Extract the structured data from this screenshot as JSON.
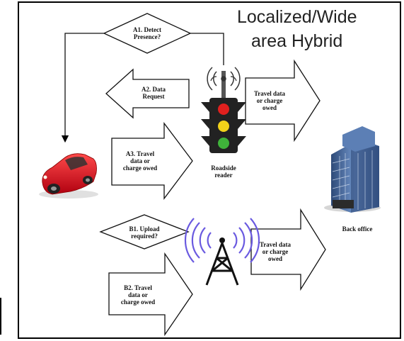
{
  "title": "Localized/Wide\narea Hybrid",
  "title_line1": "Localized/Wide",
  "title_line2": "area Hybrid",
  "labels": {
    "a1": "A1. Detect\nPresence?",
    "a2": "A2. Data\nRequest",
    "a3": "A3. Travel\ndata or\ncharge owed",
    "roadside": "Roadside\nreader",
    "travel_top": "Travel data\nor charge\nowed",
    "back_office": "Back office",
    "b1": "B1. Upload\nrequired?",
    "b2": "B2. Travel\ndata or\ncharge owed",
    "travel_bottom": "Travel data\nor charge\nowed"
  },
  "icons": {
    "car": "car-icon",
    "traffic_light": "traffic-light-icon",
    "signal": "signal-waves-icon",
    "tower": "radio-tower-icon",
    "building": "office-building-icon"
  },
  "colors": {
    "car": "#d8141c",
    "light_red": "#e0201e",
    "light_yellow": "#f2d21a",
    "light_green": "#3fb33a",
    "signal_waves": "#5a5ad8",
    "building": "#4a6fa5"
  }
}
